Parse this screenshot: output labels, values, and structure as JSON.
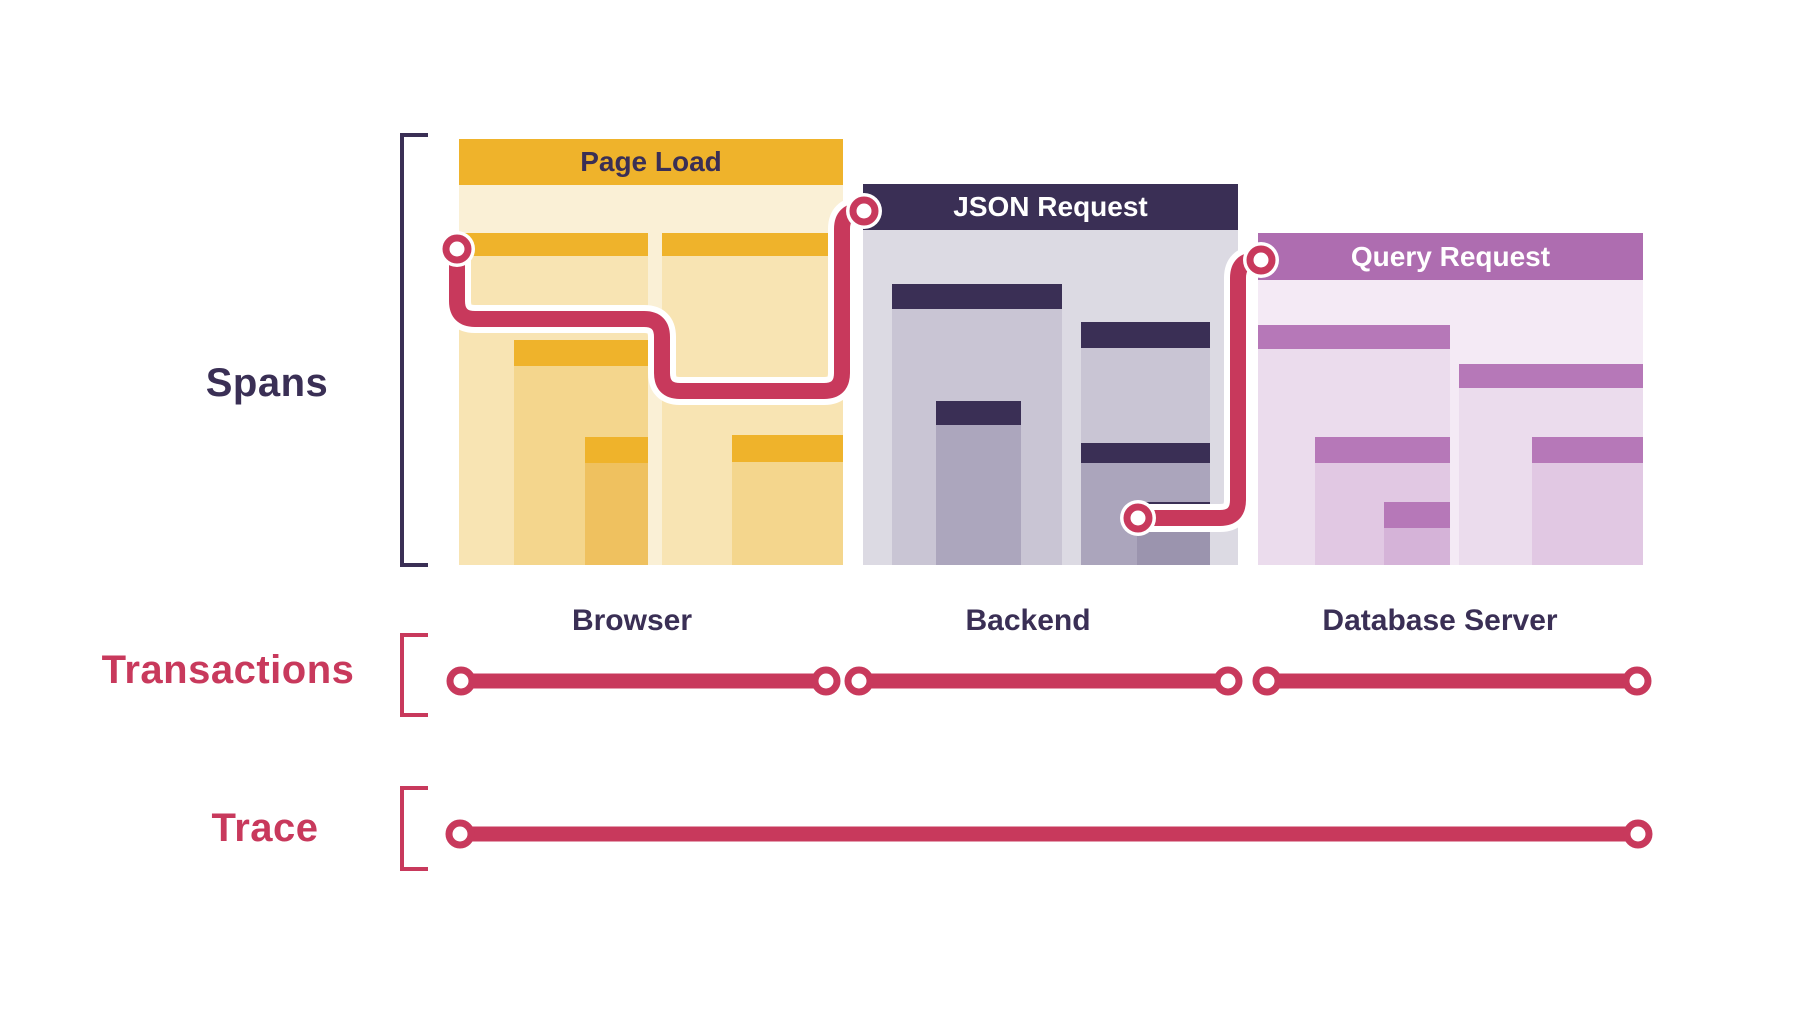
{
  "diagram": {
    "rows": [
      {
        "id": "spans",
        "label": "Spans",
        "label_color": "#3A2F55"
      },
      {
        "id": "transactions",
        "label": "Transactions",
        "label_color": "#C8395C"
      },
      {
        "id": "trace",
        "label": "Trace",
        "label_color": "#C8395C"
      }
    ],
    "services": [
      {
        "id": "browser",
        "transaction_title": "Page Load",
        "service_label": "Browser",
        "header_color": "#EFB32B",
        "header_text_color": "#3A2F55",
        "body_color": "#FAF0D6"
      },
      {
        "id": "backend",
        "transaction_title": "JSON Request",
        "service_label": "Backend",
        "header_color": "#3A2F55",
        "header_text_color": "#FFFFFF",
        "body_color": "#DCDAE3"
      },
      {
        "id": "database",
        "transaction_title": "Query Request",
        "service_label": "Database Server",
        "header_color": "#AE6DB0",
        "header_text_color": "#FFFFFF",
        "body_color": "#F4EAF5"
      }
    ],
    "colors": {
      "accent_red": "#C8395C",
      "navy": "#3A2F55",
      "gold": "#EFB32B",
      "purple": "#AE6DB0",
      "background": "#FFFFFF"
    }
  }
}
